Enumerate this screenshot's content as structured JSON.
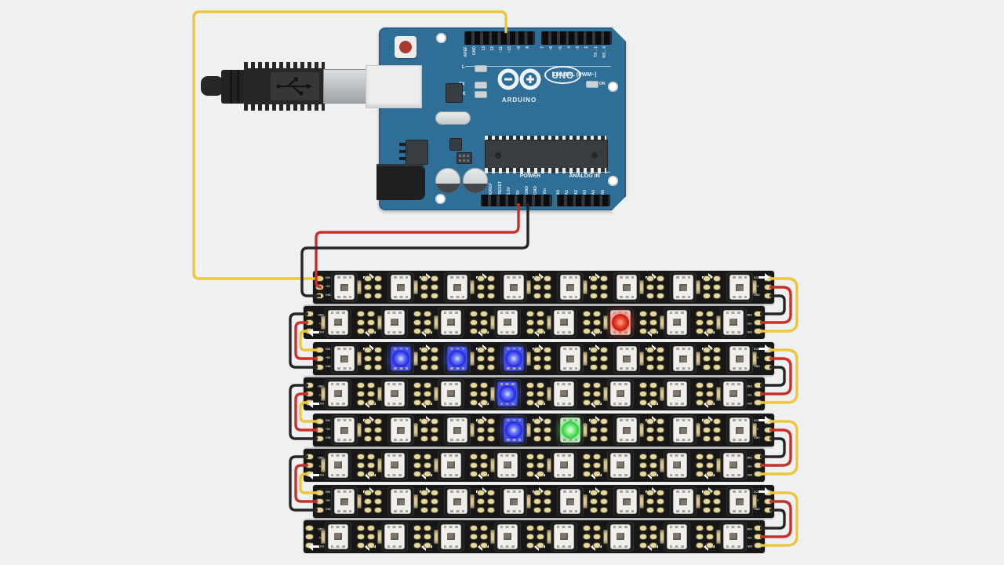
{
  "scene": {
    "background": "#eef0f2"
  },
  "arduino": {
    "brand": "ARDUINO",
    "model": "UNO",
    "digital_label": "DIGITAL (PWM~)",
    "power_label": "POWER",
    "analog_label": "ANALOG IN",
    "on_label": "ON",
    "led_labels": [
      "L",
      "TX",
      "RX"
    ],
    "digital_pins_left": [
      "AREF",
      "GND",
      "13",
      "12",
      "~11",
      "~10",
      "~9",
      "8"
    ],
    "digital_pins_right": [
      "7",
      "~6",
      "~5",
      "4",
      "~3",
      "2",
      "TX→1",
      "RX←0"
    ],
    "power_pins": [
      "IOREF",
      "RESET",
      "3.3V",
      "5V",
      "GND",
      "GND",
      "Vin"
    ],
    "analog_pins": [
      "A0",
      "A1",
      "A2",
      "A3",
      "A4",
      "A5"
    ],
    "board_color": "#2f6e96"
  },
  "wires": {
    "data": {
      "color_name": "yellow",
      "hex": "#eec63e",
      "from": "pin ~11",
      "to": "strip DIN"
    },
    "power_5v": {
      "color_name": "red",
      "hex": "#c8302a",
      "from": "5V",
      "to": "strip +5V"
    },
    "ground": {
      "color_name": "black",
      "hex": "#252525",
      "from": "GND",
      "to": "strip GND"
    }
  },
  "led_matrix": {
    "rows": 8,
    "cols": 8,
    "pad_labels_in": [
      "DIN",
      "+5V",
      "GND"
    ],
    "pad_labels_out": [
      "DO",
      "+5V",
      "GND"
    ],
    "unlit_color": "#f1efec",
    "lit_leds": [
      {
        "row": 2,
        "col": 6,
        "color": "red",
        "hex": "#e03326"
      },
      {
        "row": 3,
        "col": 2,
        "color": "blue",
        "hex": "#2b2fe0"
      },
      {
        "row": 3,
        "col": 3,
        "color": "blue",
        "hex": "#2b2fe0"
      },
      {
        "row": 3,
        "col": 4,
        "color": "blue",
        "hex": "#2b2fe0"
      },
      {
        "row": 4,
        "col": 4,
        "color": "blue",
        "hex": "#2b2fe0"
      },
      {
        "row": 5,
        "col": 4,
        "color": "blue",
        "hex": "#2b2fe0"
      },
      {
        "row": 5,
        "col": 5,
        "color": "green",
        "hex": "#30cf40"
      }
    ]
  }
}
